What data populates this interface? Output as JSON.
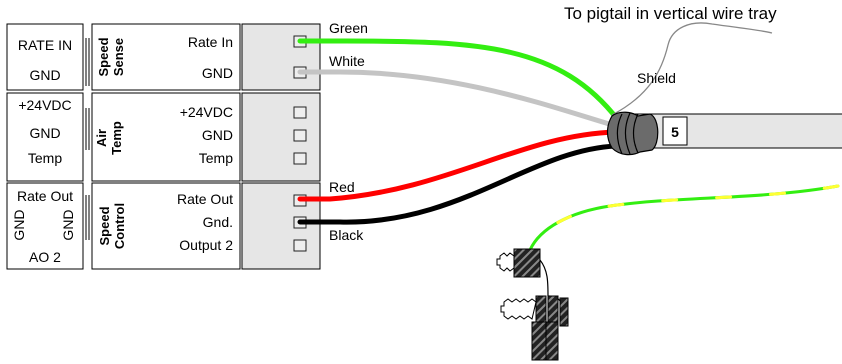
{
  "note": "To pigtail in vertical wire tray",
  "shield_label": "Shield",
  "cable_number": "5",
  "wires": {
    "green": "Green",
    "white": "White",
    "red": "Red",
    "black": "Black"
  },
  "groups": [
    {
      "left_labels": [
        "RATE IN",
        "GND"
      ],
      "title_lines": [
        "Speed",
        "Sense"
      ],
      "right_labels": [
        "Rate In",
        "GND"
      ]
    },
    {
      "left_labels": [
        "+24VDC",
        "GND",
        "Temp"
      ],
      "title_lines": [
        "Air",
        "Temp"
      ],
      "right_labels": [
        "+24VDC",
        "GND",
        "Temp"
      ]
    },
    {
      "left_labels": [
        "Rate Out",
        "GND",
        "GND",
        "AO 2"
      ],
      "title_lines": [
        "Speed",
        "Control"
      ],
      "right_labels": [
        "Rate Out",
        "Gnd.",
        "Output 2"
      ]
    }
  ],
  "colors": {
    "green": "#33ee11",
    "white": "#c4c4c4",
    "red": "#ff0000",
    "black": "#000000",
    "terminal_block": "#e6e6e6",
    "yellow": "#ffff33"
  }
}
